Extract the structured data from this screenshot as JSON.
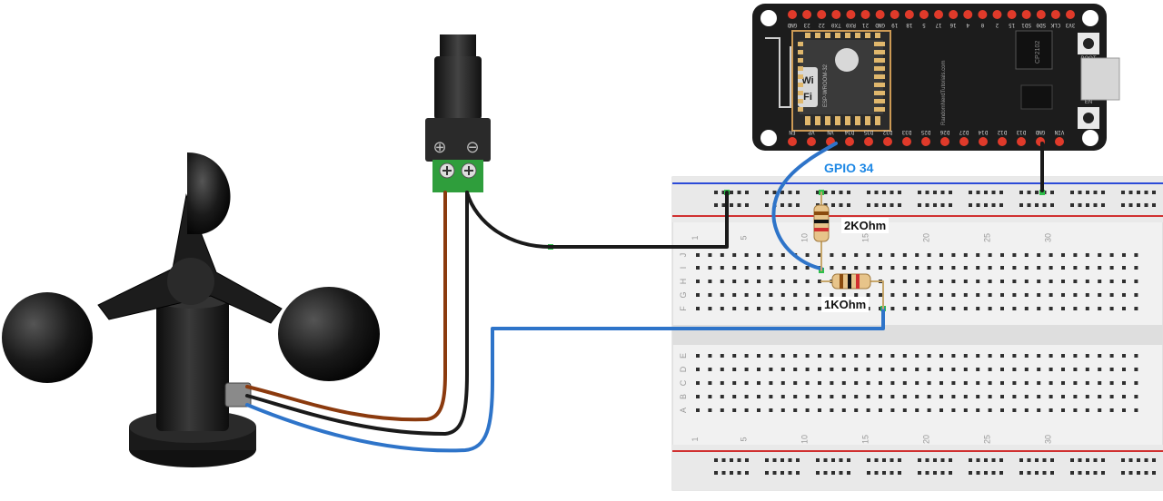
{
  "diagram": {
    "labels": {
      "gpio": "GPIO 34",
      "r1": "2KOhm",
      "r2": "1KOhm",
      "jack_plus": "⊕",
      "jack_minus": "⊖",
      "wifi_a": "Wi",
      "wifi_b": "Fi",
      "board_vendor": "RandomNerdTutorials.com",
      "board_module": "ESP-WROOM-32",
      "usb_chip": "CP2102",
      "btn_boot": "BOOT",
      "btn_en": "EN"
    },
    "esp32_top_pins": [
      "3V3",
      "CLK",
      "SD0",
      "SD1",
      "15",
      "2",
      "0",
      "4",
      "16",
      "17",
      "5",
      "18",
      "19",
      "GND",
      "21",
      "RX0",
      "TX0",
      "22",
      "23",
      "GND"
    ],
    "esp32_bottom_pins": [
      "EN",
      "VP",
      "VN",
      "D34",
      "D35",
      "D32",
      "D33",
      "D25",
      "D26",
      "D27",
      "D14",
      "D12",
      "D13",
      "GND",
      "VIN"
    ],
    "breadboard": {
      "row_letters_top": [
        "J",
        "I",
        "H",
        "G",
        "F"
      ],
      "row_letters_bottom": [
        "E",
        "D",
        "C",
        "B",
        "A"
      ],
      "column_numbers": [
        "1",
        "5",
        "10",
        "15",
        "20",
        "25",
        "30"
      ]
    },
    "colors": {
      "wire_brown": "#8b3a0e",
      "wire_black": "#1a1a1a",
      "wire_blue": "#2e74c9",
      "board": "#1c1c1c",
      "gpio_label": "#1e88e5",
      "terminal_green": "#2f9e3c"
    }
  }
}
